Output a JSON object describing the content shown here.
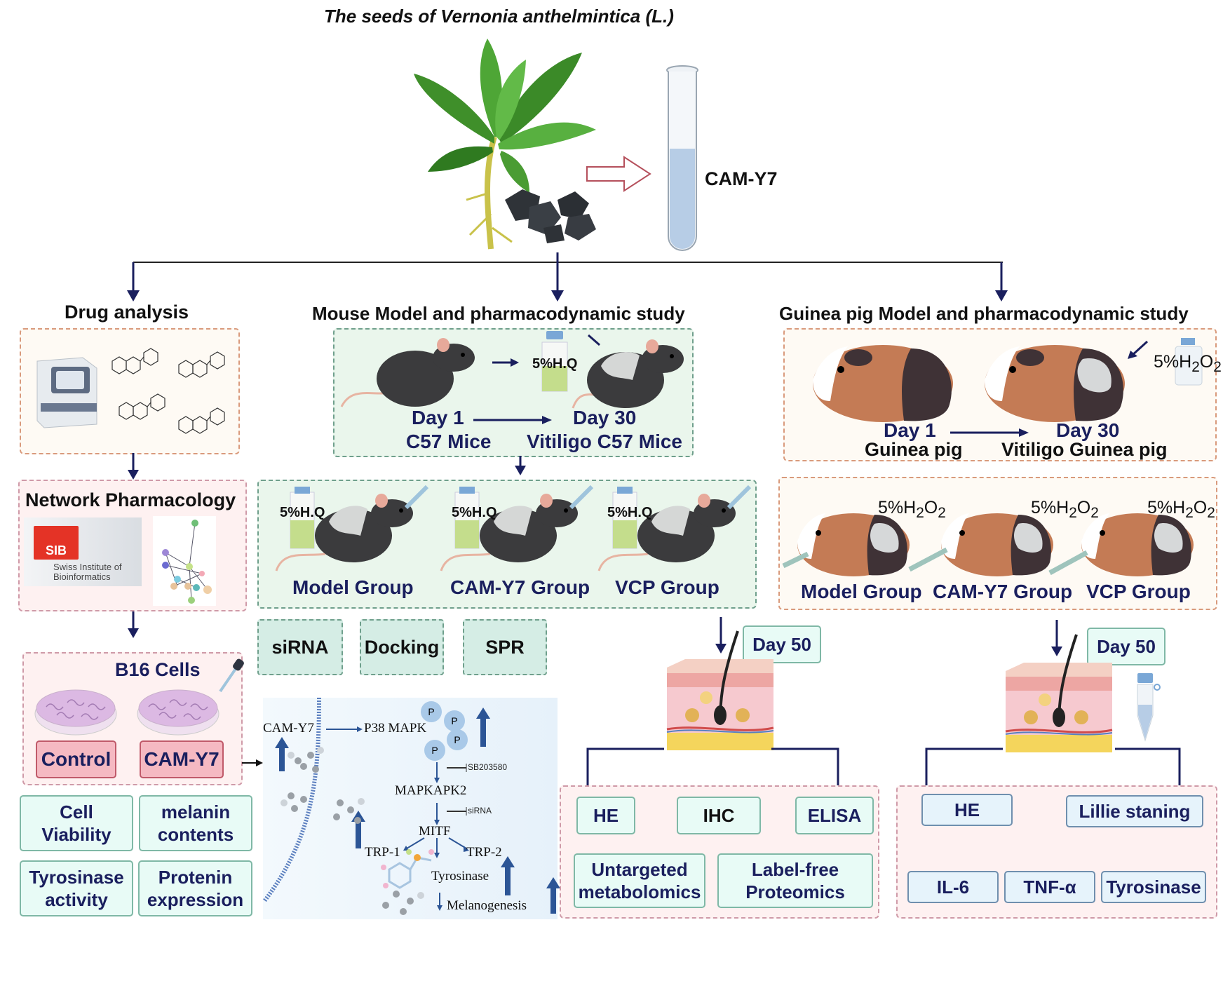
{
  "title": "The seeds of Vernonia anthelmintica (L.)",
  "extract": {
    "label": "CAM-Y7",
    "icons": [
      "plant-icon",
      "seeds-icon",
      "outline-arrow-icon",
      "test-tube-icon"
    ]
  },
  "drug_analysis": {
    "title": "Drug analysis",
    "icons": [
      "analyzer-instrument-icon",
      "flavonoid-structure-icon"
    ],
    "network": {
      "title": "Network Pharmacology",
      "sib_short": "SIB",
      "sib_name_line1": "Swiss Institute of",
      "sib_name_line2": "Bioinformatics"
    },
    "b16": {
      "title": "B16 Cells",
      "groups": [
        "Control",
        "CAM-Y7"
      ]
    },
    "assays": [
      {
        "line1": "Cell",
        "line2": "Viability"
      },
      {
        "line1": "melanin",
        "line2": "contents"
      },
      {
        "line1": "Tyrosinase",
        "line2": "activity"
      },
      {
        "line1": "Protenin",
        "line2": "expression"
      }
    ]
  },
  "mouse": {
    "title": "Mouse Model and pharmacodynamic study",
    "reagent": "5%H.Q",
    "day_start": "Day 1",
    "day_end": "Day 30",
    "start_label": "C57 Mice",
    "end_label": "Vitiligo C57 Mice",
    "groups": [
      "Model Group",
      "CAM-Y7 Group",
      "VCP Group"
    ],
    "methods": [
      "siRNA",
      "Docking",
      "SPR"
    ],
    "day_final": "Day 50",
    "assays_row1": [
      "HE",
      "IHC",
      "ELISA"
    ],
    "assays_row2": [
      {
        "line1": "Untargeted",
        "line2": "metabolomics"
      },
      {
        "line1": "Label-free",
        "line2": "Proteomics"
      }
    ]
  },
  "pathway": {
    "drug": "CAM-Y7",
    "kinase": "P38 MAPK",
    "phospho": "P",
    "inhibitor1": "SB203580",
    "mid": "MAPKAPK2",
    "inhibitor2": "siRNA",
    "tf": "MITF",
    "targets": [
      "TRP-1",
      "TRP-2"
    ],
    "enzyme": "Tyrosinase",
    "outcome": "Melanogenesis"
  },
  "guinea": {
    "title": "Guinea pig Model and pharmacodynamic study",
    "reagent_prefix": "5%H",
    "reagent_sub1": "2",
    "reagent_mid": "O",
    "reagent_sub2": "2",
    "day_start": "Day 1",
    "day_end": "Day 30",
    "start_label": "Guinea pig",
    "end_label": "Vitiligo Guinea pig",
    "groups": [
      "Model Group",
      "CAM-Y7 Group",
      "VCP Group"
    ],
    "day_final": "Day 50",
    "assays_row1": [
      "HE",
      "Lillie staning"
    ],
    "assays_row2": [
      "IL-6",
      "TNF-α",
      "Tyrosinase"
    ]
  },
  "colors": {
    "navy": "#1a1f5e",
    "arrow_blue": "#2c5596",
    "orange_dash": "#d99a7c",
    "pink_dash": "#cf9aa8",
    "green_dash": "#6f9f8c"
  }
}
